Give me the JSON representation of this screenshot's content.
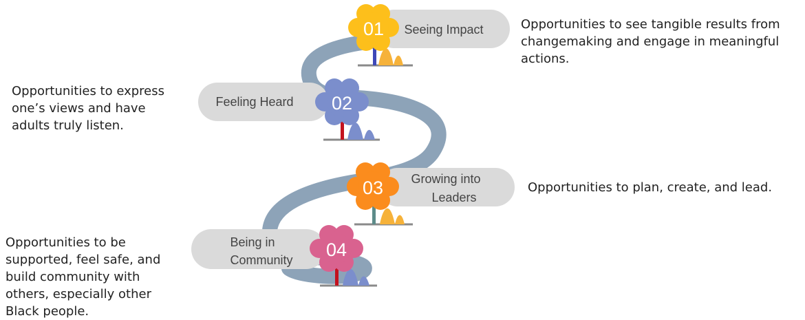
{
  "steps": [
    {
      "number": "01",
      "label_lines": [
        "Seeing Impact"
      ],
      "description": "Opportunities to see tangible results from changemaking and engage in meaningful actions.",
      "flower_color": "#FDBF1B",
      "stem_color": "#3E48B8",
      "hill_color": "#F6B23A"
    },
    {
      "number": "02",
      "label_lines": [
        "Feeling Heard"
      ],
      "description": "Opportunities to express one’s views and have adults truly listen.",
      "flower_color": "#7B8ECC",
      "stem_color": "#C3121E",
      "hill_color": "#7B8ECC"
    },
    {
      "number": "03",
      "label_lines": [
        "Growing into",
        "Leaders"
      ],
      "description": "Opportunities to plan, create, and lead.",
      "flower_color": "#FB8C1D",
      "stem_color": "#5D8C8A",
      "hill_color": "#F6B23A"
    },
    {
      "number": "04",
      "label_lines": [
        "Being in",
        "Community"
      ],
      "description": "Opportunities to be supported, feel safe, and build community with others, especially other Black people.",
      "flower_color": "#D9628F",
      "stem_color": "#C3121E",
      "hill_color": "#7B8ECC"
    }
  ],
  "colors": {
    "path": "#8DA3B8",
    "pill": "#DADADA",
    "ground": "#8A8A8A"
  }
}
